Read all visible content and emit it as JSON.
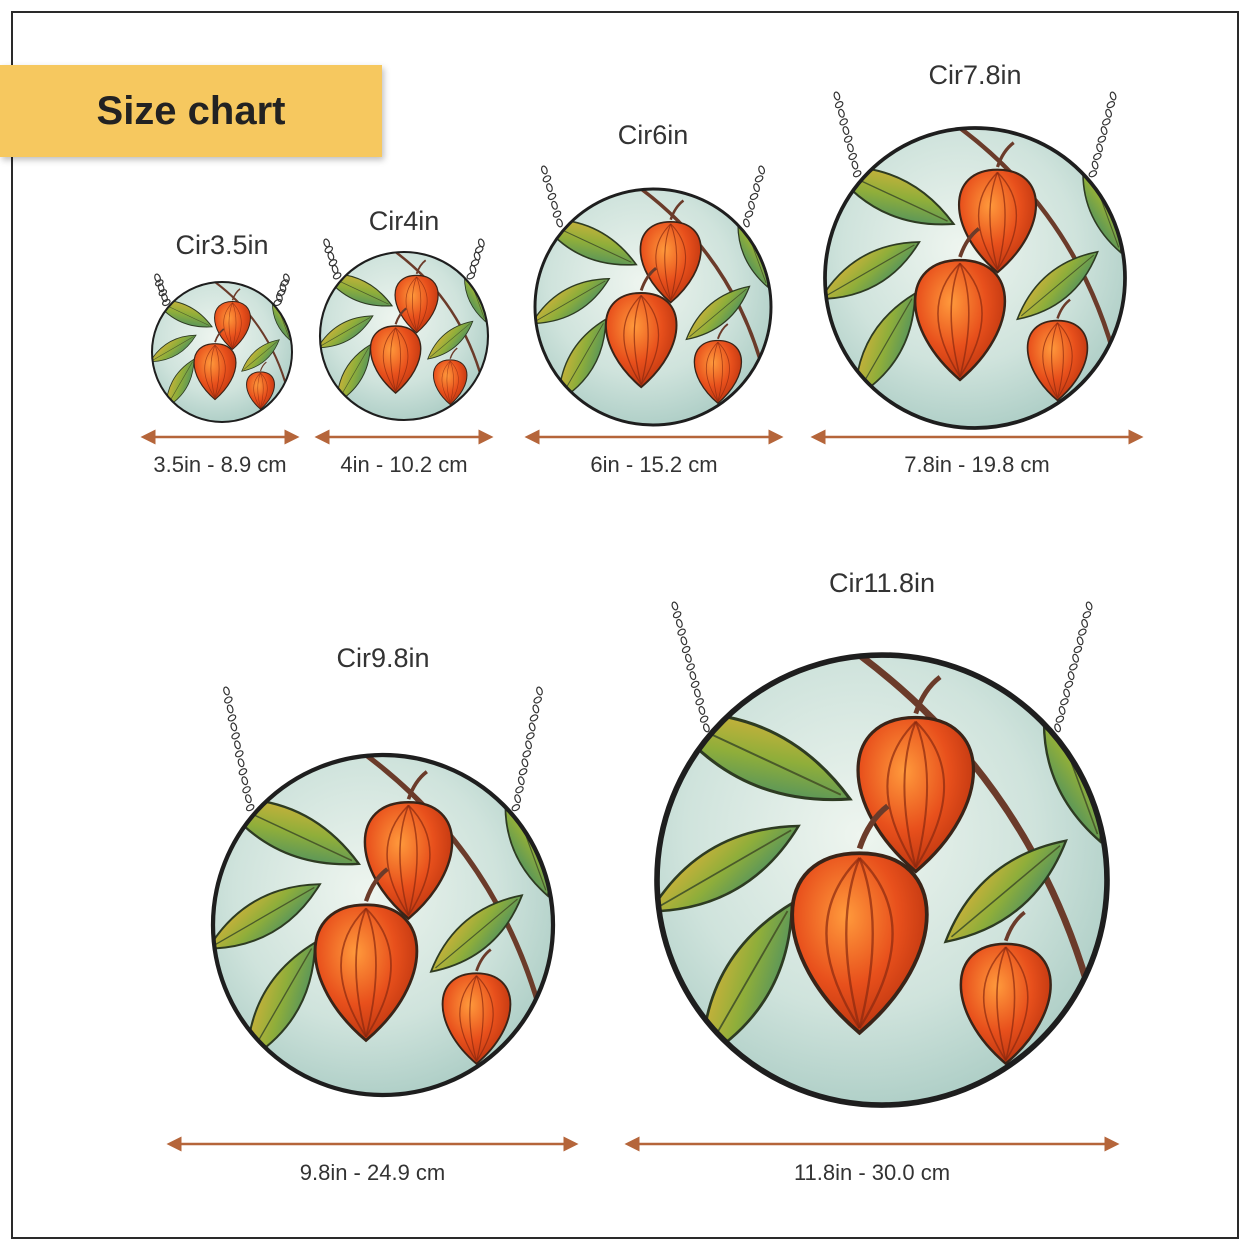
{
  "banner": {
    "title": "Size chart"
  },
  "items": [
    {
      "name": "Cir3.5in",
      "dimension": "3.5in - 8.9 cm"
    },
    {
      "name": "Cir4in",
      "dimension": "4in - 10.2 cm"
    },
    {
      "name": "Cir6in",
      "dimension": "6in - 15.2 cm"
    },
    {
      "name": "Cir7.8in",
      "dimension": "7.8in - 19.8 cm"
    },
    {
      "name": "Cir9.8in",
      "dimension": "9.8in - 24.9 cm"
    },
    {
      "name": "Cir11.8in",
      "dimension": "11.8in - 30.0 cm"
    }
  ],
  "colors": {
    "banner": "#f6c85f",
    "arrow": "#b5653a",
    "lantern": "#e8501c",
    "leaf": "#8fae3a",
    "glass": "#cfe3dc"
  }
}
